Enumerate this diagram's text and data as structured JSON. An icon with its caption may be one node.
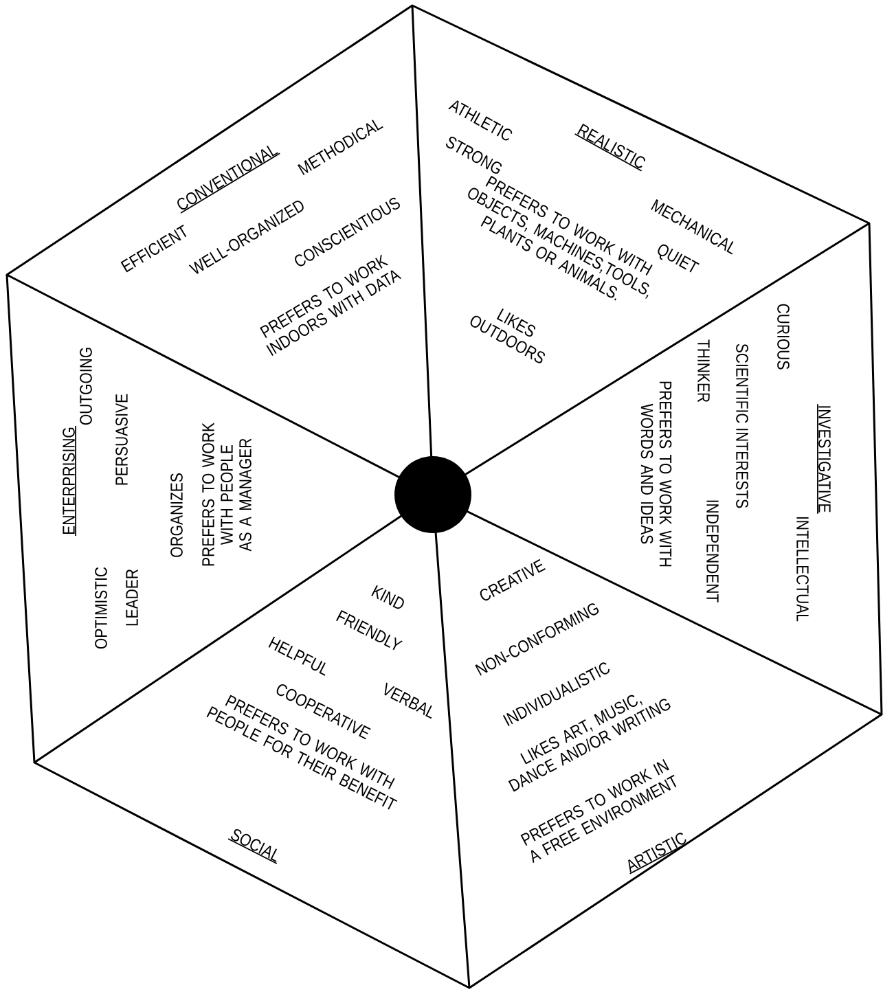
{
  "diagram": {
    "nodes": [
      {
        "text": [
          "CONVENTIONAL",
          "METHODICAL",
          "EFFICIENT",
          "WELL-ORGANIZED",
          "CONSCIENTIOUS",
          "PREFERS TO WORK INDOORS WITH DATA"
        ]
      },
      {
        "text": [
          "ATHLETIC",
          "REALISTIC",
          "STRONG",
          "PREFERS TO WORK WITH OBJECTS, MACHINES,TOOLS, PLANTS OR ANIMALS.",
          "MECHANICAL",
          "QUIET",
          "LIKES OUTDOORS"
        ]
      },
      {
        "text": [
          "CURIOUS",
          "INVESTIGATIVE",
          "SCIENTIFIC INTERESTS",
          "INTELLECTUAL",
          "THINKER",
          "INDEPENDENT",
          "PREFERS TO WORK WITH WORDS AND IDEAS"
        ]
      },
      {
        "text": [
          "CREATIVE",
          "NON-CONFORMING",
          "INDIVIDUALISTIC",
          "LIKES ART, MUSIC, DANCE AND/OR WRITING",
          "PREFERS TO WORK IN A FREE ENVIRONMENT",
          "ARTISTIC"
        ]
      },
      {
        "text": [
          "KIND",
          "FRIENDLY",
          "HELPFUL",
          "VERBAL",
          "COOPERATIVE",
          "PREFERS TO WORK WITH PEOPLE FOR THEIR BENEFIT",
          "SOCIAL"
        ]
      },
      {
        "text": [
          "ENTERPRISING",
          "OUTGOING",
          "PERSUASIVE",
          "ORGANIZES",
          "OPTIMISTIC",
          "LEADER",
          "PREFERS TO WORK WITH PEOPLE AS A MANAGER"
        ]
      },
      {
        "text": [],
        "shape": "circle"
      }
    ]
  }
}
